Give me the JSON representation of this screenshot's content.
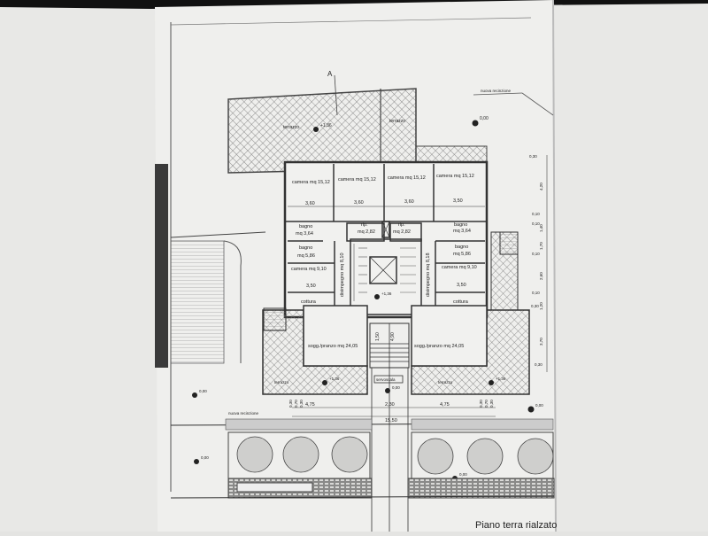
{
  "plan": {
    "title": "Piano terra rialzato",
    "rooms": {
      "camera1": "camera mq 15,12",
      "camera2": "camera mq 15,12",
      "camera3": "camera mq 15,12",
      "camera4": "camera mq 15,12",
      "camera1_w": "3,60",
      "camera2_w": "3,60",
      "camera3_w": "3,60",
      "camera4_w": "3,50",
      "bagno_l1": "bagno",
      "bagno_l1_mq": "mq 3,64",
      "bagno_l2": "bagno",
      "bagno_l2_mq": "mq 5,86",
      "bagno_r1": "bagno",
      "bagno_r1_mq": "mq 3,64",
      "bagno_r2": "bagno",
      "bagno_r2_mq": "mq 5,86",
      "rip_l": "rip.",
      "rip_l_mq": "mq 2,82",
      "rip_r": "rip.",
      "rip_r_mq": "mq 2,82",
      "disimpegno_l": "disimpegno mq 8,10",
      "disimpegno_r": "disimpegno mq 8,18",
      "camera_small_l": "camera mq 9,10",
      "camera_small_l_w": "3,50",
      "camera_small_r": "camera mq 9,10",
      "camera_small_r_w": "3,50",
      "cottura_l": "cottura",
      "cottura_r": "cottura",
      "soggiorno_l": "sogg./pranzo mq 24,05",
      "soggiorno_r": "sogg./pranzo mq 24,05",
      "terrazzo_top_l": "terrazzo",
      "terrazzo_top_r": "terrazzo",
      "terrazzo_bot_l": "terrazzo",
      "terrazzo_bot_r": "terrazzo",
      "servoscala": "servoscala"
    },
    "levels": {
      "top_terrace": "+1,36",
      "top_right": "0,00",
      "stair": "+1,36",
      "terrace_l": "+1,36",
      "terrace_r": "+1,36",
      "entry": "0,00",
      "left_ground": "0,00",
      "right_ground": "0,00",
      "left_low": "0,00",
      "mid_low": "0,00"
    },
    "section_mark": "A",
    "labels": {
      "recinzione_top": "nuova recinzione",
      "recinzione_bottom": "nuova recinzione"
    },
    "dims_bottom": [
      "4,75",
      "2,30",
      "4,75",
      "15,50"
    ],
    "dims_stair": [
      "1,50",
      "4,90"
    ],
    "dims_side_small": [
      "0,30",
      "0,70",
      "0,30"
    ],
    "dims_right": [
      "0,30",
      "4,20",
      "0,10",
      "1,40",
      "0,10",
      "1,70",
      "0,10",
      "2,60",
      "0,10",
      "1,20",
      "0,30",
      "3,70",
      "0,30"
    ]
  }
}
